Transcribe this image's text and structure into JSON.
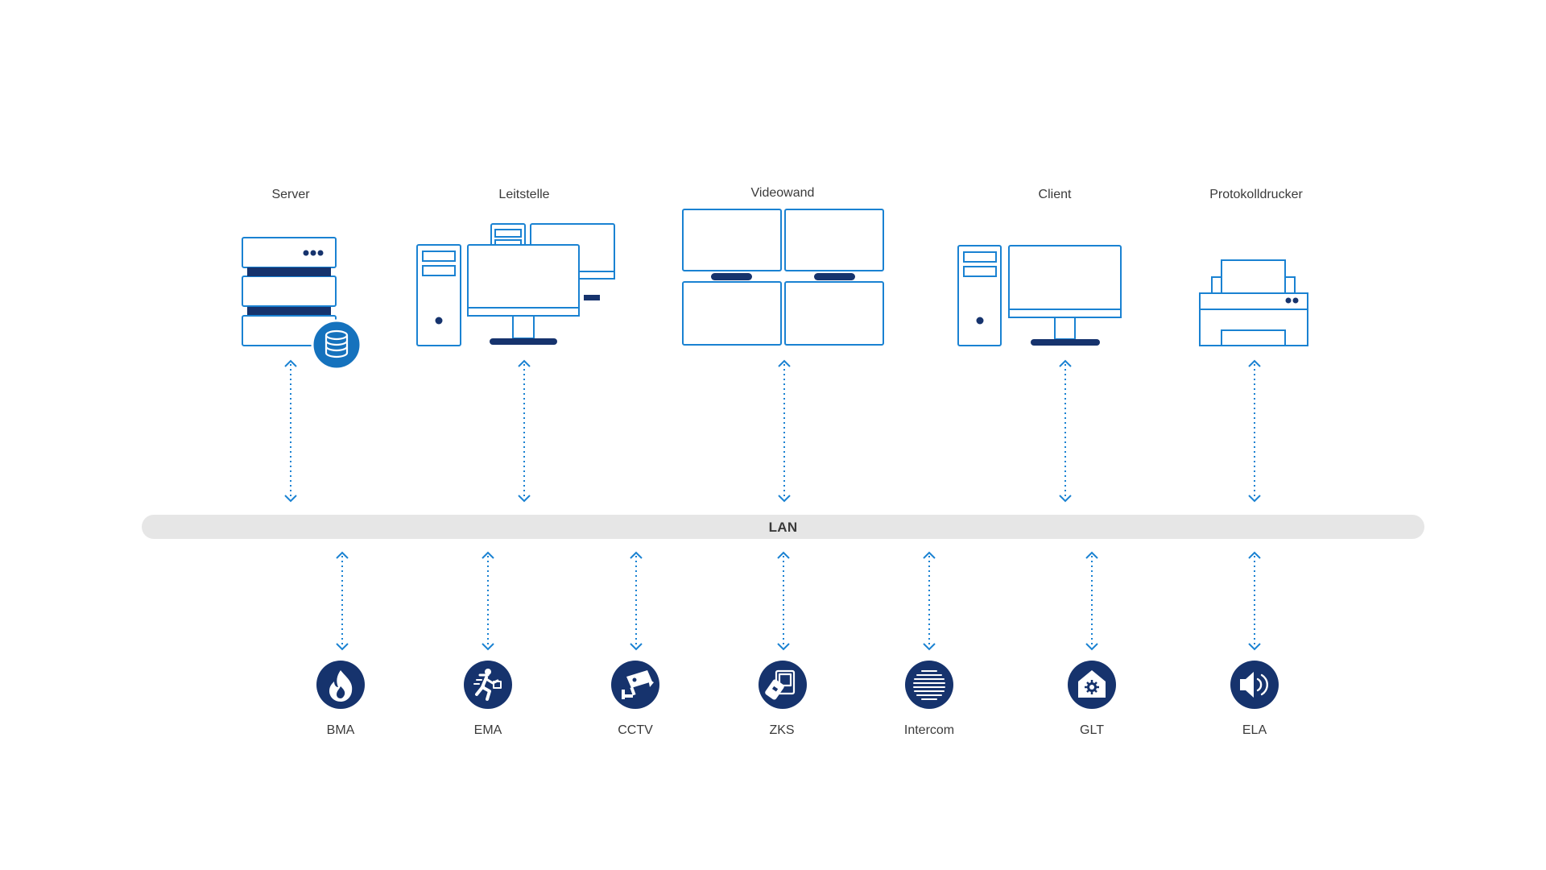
{
  "colors": {
    "outline": "#1a82d2",
    "dark_navy": "#16336d",
    "accent_blue": "#1572bd",
    "lan_bar": "#e6e6e6",
    "label_text": "#3a3a3a"
  },
  "top_nodes": [
    {
      "label": "Server",
      "icon": "server-database-icon"
    },
    {
      "label": "Leitstelle",
      "icon": "control-center-workstation-icon"
    },
    {
      "label": "Videowand",
      "icon": "video-wall-icon"
    },
    {
      "label": "Client",
      "icon": "desktop-pc-icon"
    },
    {
      "label": "Protokolldrucker",
      "icon": "printer-icon"
    }
  ],
  "network": {
    "label": "LAN"
  },
  "bottom_nodes": [
    {
      "label": "BMA",
      "icon": "fire-icon"
    },
    {
      "label": "EMA",
      "icon": "intruder-running-icon"
    },
    {
      "label": "CCTV",
      "icon": "security-camera-icon"
    },
    {
      "label": "ZKS",
      "icon": "access-card-icon"
    },
    {
      "label": "Intercom",
      "icon": "speaker-grille-icon"
    },
    {
      "label": "GLT",
      "icon": "building-gear-icon"
    },
    {
      "label": "ELA",
      "icon": "loudspeaker-icon"
    }
  ]
}
